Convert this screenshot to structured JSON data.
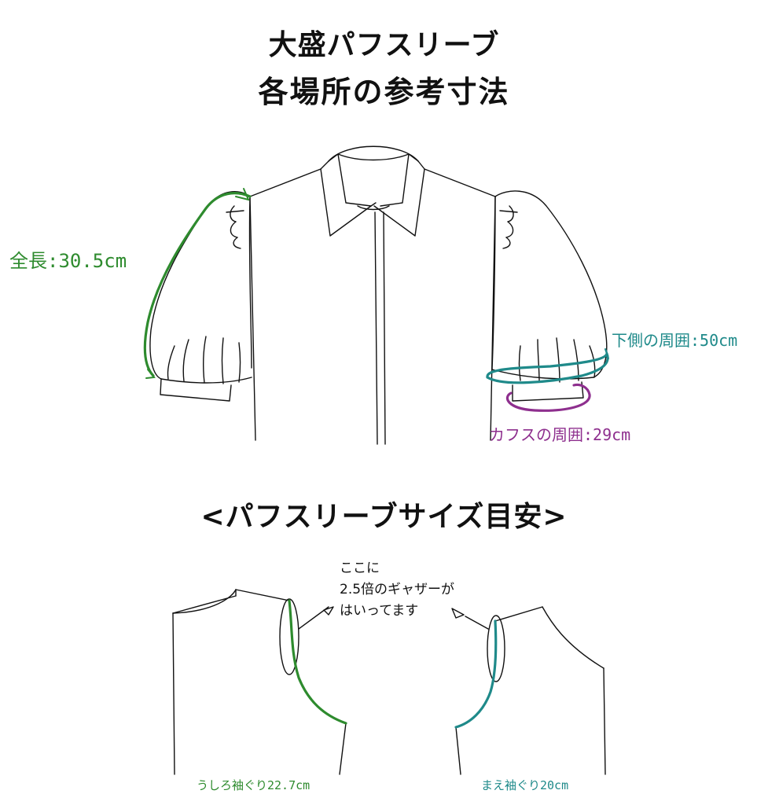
{
  "title": {
    "line1": "大盛パフスリーブ",
    "line2": "各場所の参考寸法"
  },
  "measurements": {
    "total_length": "全長:30.5cm",
    "lower_circumference": "下側の周囲:50cm",
    "cuff_circumference": "カフスの周囲:29cm"
  },
  "section_title": "<パフスリーブサイズ目安>",
  "gather_note": {
    "line1": "ここに",
    "line2": "2.5倍のギャザーが",
    "line3": "はいってます"
  },
  "armholes": {
    "back": "うしろ袖ぐり22.7cm",
    "front": "まえ袖ぐり20cm"
  },
  "colors": {
    "green": "#2e8b2e",
    "teal": "#1f8a8a",
    "purple": "#8e2f8e",
    "line": "#111111"
  }
}
